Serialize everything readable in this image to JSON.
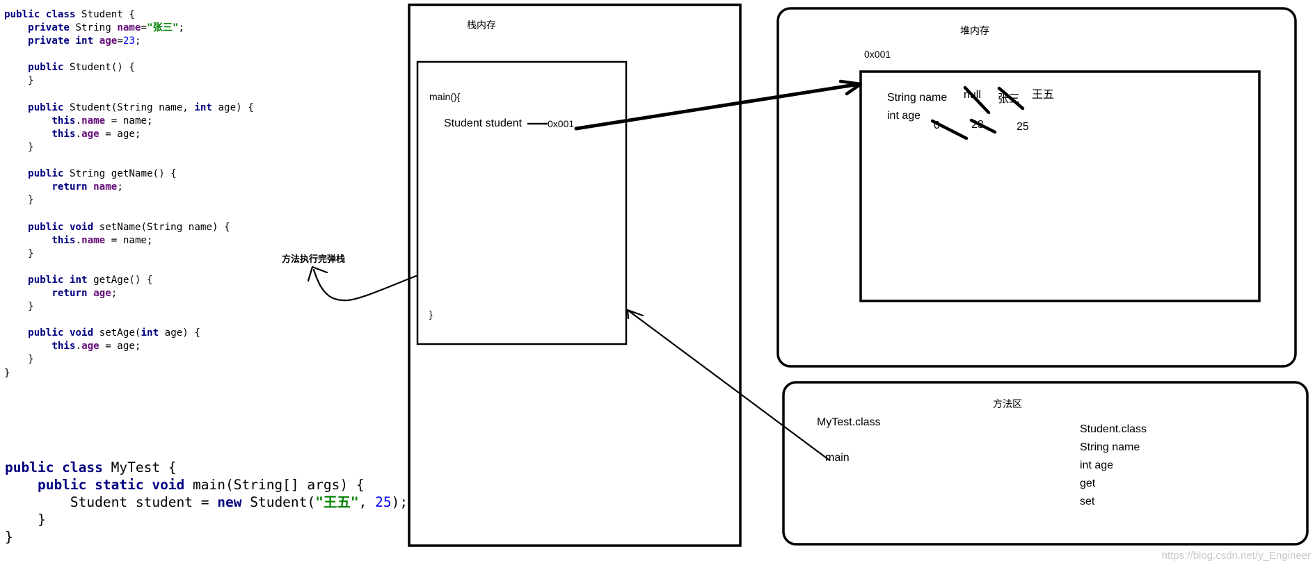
{
  "code_student": [
    [
      {
        "t": "public class",
        "c": "kw"
      },
      {
        "t": " Student {"
      }
    ],
    [
      {
        "t": "    "
      },
      {
        "t": "private",
        "c": "kw"
      },
      {
        "t": " String "
      },
      {
        "t": "name",
        "c": "fld"
      },
      {
        "t": "="
      },
      {
        "t": "\"张三\"",
        "c": "str"
      },
      {
        "t": ";"
      }
    ],
    [
      {
        "t": "    "
      },
      {
        "t": "private int",
        "c": "kw"
      },
      {
        "t": " "
      },
      {
        "t": "age",
        "c": "fld"
      },
      {
        "t": "="
      },
      {
        "t": "23",
        "c": "num"
      },
      {
        "t": ";"
      }
    ],
    [
      {
        "t": ""
      }
    ],
    [
      {
        "t": "    "
      },
      {
        "t": "public",
        "c": "kw"
      },
      {
        "t": " Student() {"
      }
    ],
    [
      {
        "t": "    }"
      }
    ],
    [
      {
        "t": ""
      }
    ],
    [
      {
        "t": "    "
      },
      {
        "t": "public",
        "c": "kw"
      },
      {
        "t": " Student(String name, "
      },
      {
        "t": "int",
        "c": "kw"
      },
      {
        "t": " age) {"
      }
    ],
    [
      {
        "t": "        "
      },
      {
        "t": "this",
        "c": "kw"
      },
      {
        "t": "."
      },
      {
        "t": "name",
        "c": "fld"
      },
      {
        "t": " = name;"
      }
    ],
    [
      {
        "t": "        "
      },
      {
        "t": "this",
        "c": "kw"
      },
      {
        "t": "."
      },
      {
        "t": "age",
        "c": "fld"
      },
      {
        "t": " = age;"
      }
    ],
    [
      {
        "t": "    }"
      }
    ],
    [
      {
        "t": ""
      }
    ],
    [
      {
        "t": "    "
      },
      {
        "t": "public",
        "c": "kw"
      },
      {
        "t": " String getName() {"
      }
    ],
    [
      {
        "t": "        "
      },
      {
        "t": "return",
        "c": "kw"
      },
      {
        "t": " "
      },
      {
        "t": "name",
        "c": "fld"
      },
      {
        "t": ";"
      }
    ],
    [
      {
        "t": "    }"
      }
    ],
    [
      {
        "t": ""
      }
    ],
    [
      {
        "t": "    "
      },
      {
        "t": "public void",
        "c": "kw"
      },
      {
        "t": " setName(String name) {"
      }
    ],
    [
      {
        "t": "        "
      },
      {
        "t": "this",
        "c": "kw"
      },
      {
        "t": "."
      },
      {
        "t": "name",
        "c": "fld"
      },
      {
        "t": " = name;"
      }
    ],
    [
      {
        "t": "    }"
      }
    ],
    [
      {
        "t": ""
      }
    ],
    [
      {
        "t": "    "
      },
      {
        "t": "public int",
        "c": "kw"
      },
      {
        "t": " getAge() {"
      }
    ],
    [
      {
        "t": "        "
      },
      {
        "t": "return",
        "c": "kw"
      },
      {
        "t": " "
      },
      {
        "t": "age",
        "c": "fld"
      },
      {
        "t": ";"
      }
    ],
    [
      {
        "t": "    }"
      }
    ],
    [
      {
        "t": ""
      }
    ],
    [
      {
        "t": "    "
      },
      {
        "t": "public void",
        "c": "kw"
      },
      {
        "t": " setAge("
      },
      {
        "t": "int",
        "c": "kw"
      },
      {
        "t": " age) {"
      }
    ],
    [
      {
        "t": "        "
      },
      {
        "t": "this",
        "c": "kw"
      },
      {
        "t": "."
      },
      {
        "t": "age",
        "c": "fld"
      },
      {
        "t": " = age;"
      }
    ],
    [
      {
        "t": "    }"
      }
    ],
    [
      {
        "t": "}"
      }
    ]
  ],
  "code_mytest": [
    [
      {
        "t": "public class",
        "c": "kw"
      },
      {
        "t": " MyTest {"
      }
    ],
    [
      {
        "t": "    "
      },
      {
        "t": "public static void",
        "c": "kw"
      },
      {
        "t": " main(String[] args) {"
      }
    ],
    [
      {
        "t": "        Student student = "
      },
      {
        "t": "new",
        "c": "kw"
      },
      {
        "t": " Student("
      },
      {
        "t": "\"王五\"",
        "c": "str"
      },
      {
        "t": ", "
      },
      {
        "t": "25",
        "c": "num"
      },
      {
        "t": ");"
      }
    ],
    [
      {
        "t": "    }"
      }
    ],
    [
      {
        "t": "}"
      }
    ]
  ],
  "stack": {
    "title": "栈内存",
    "frame_open": "main(){",
    "var_decl": "Student student",
    "ref": "0x001",
    "frame_close": "}"
  },
  "pop_note": "方法执行完弹栈",
  "heap": {
    "title": "堆内存",
    "address": "0x001",
    "field_name_label": "String name",
    "field_age_label": "int age",
    "name_values": [
      "null",
      "张三",
      "王五"
    ],
    "age_values": [
      "0",
      "23",
      "25"
    ]
  },
  "method_area": {
    "title": "方法区",
    "mytest_class": "MyTest.class",
    "mytest_member": "main",
    "student_class": "Student.class",
    "student_members": [
      "String name",
      "int age",
      "get",
      "set"
    ]
  },
  "watermark": "https://blog.csdn.net/y_Engineer"
}
